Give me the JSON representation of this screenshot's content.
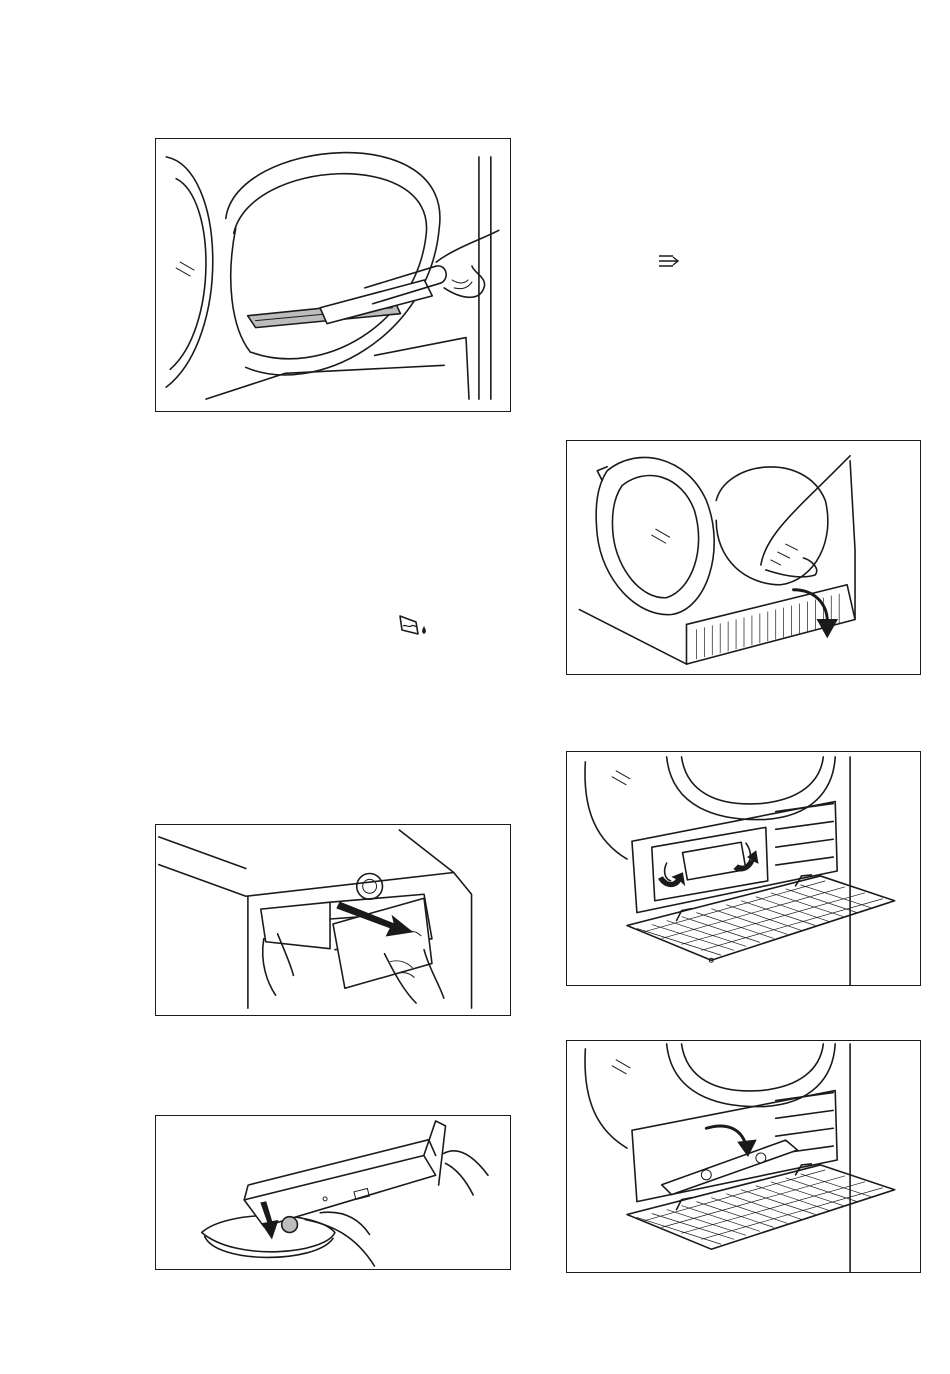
{
  "figures": [
    {
      "id": "fig-door-filter-cleaning",
      "icon": "drum-filter-cleaning-illustration"
    },
    {
      "id": "fig-water-container-removal",
      "icon": "water-container-removal-illustration"
    },
    {
      "id": "fig-water-container-emptying",
      "icon": "water-container-emptying-illustration"
    },
    {
      "id": "fig-plinth-door-opening",
      "icon": "plinth-door-opening-illustration"
    },
    {
      "id": "fig-condenser-levers",
      "icon": "condenser-lever-release-illustration"
    },
    {
      "id": "fig-condenser-cover",
      "icon": "condenser-cover-lowering-illustration"
    }
  ],
  "symbols": [
    {
      "id": "symbol-arrow-lines",
      "icon": "arrow-lines-icon"
    },
    {
      "id": "symbol-container-drain",
      "icon": "container-drain-icon"
    }
  ]
}
